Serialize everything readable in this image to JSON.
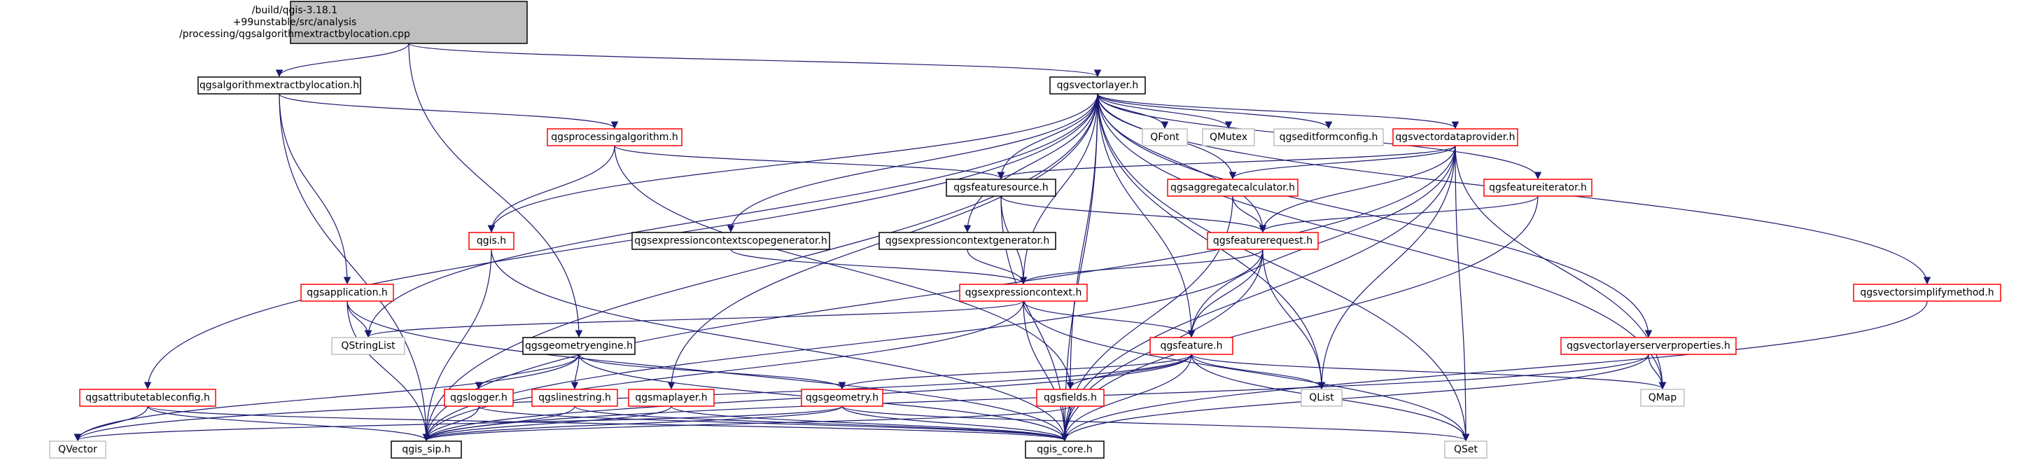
{
  "nodes": [
    {
      "id": "root",
      "lines": [
        "/build/qgis-3.18.1",
        "+99unstable/src/analysis",
        "/processing/qgsalgorithmextractbylocation.cpp"
      ],
      "style": "root"
    },
    {
      "id": "algo_h",
      "lines": [
        "qgsalgorithmextractbylocation.h"
      ],
      "style": "black"
    },
    {
      "id": "vectorlayer",
      "lines": [
        "qgsvectorlayer.h"
      ],
      "style": "black"
    },
    {
      "id": "processingalgorithm",
      "lines": [
        "qgsprocessingalgorithm.h"
      ],
      "style": "red"
    },
    {
      "id": "qfont",
      "lines": [
        "QFont"
      ],
      "style": "gray"
    },
    {
      "id": "qmutex",
      "lines": [
        "QMutex"
      ],
      "style": "gray"
    },
    {
      "id": "editformconfig",
      "lines": [
        "qgseditformconfig.h"
      ],
      "style": "gray"
    },
    {
      "id": "vectordataprovider",
      "lines": [
        "qgsvectordataprovider.h"
      ],
      "style": "red"
    },
    {
      "id": "featuresource",
      "lines": [
        "qgsfeaturesource.h"
      ],
      "style": "black"
    },
    {
      "id": "aggregatecalculator",
      "lines": [
        "qgsaggregatecalculator.h"
      ],
      "style": "red"
    },
    {
      "id": "featureiterator",
      "lines": [
        "qgsfeatureiterator.h"
      ],
      "style": "red"
    },
    {
      "id": "qgis_h",
      "lines": [
        "qgis.h"
      ],
      "style": "red"
    },
    {
      "id": "exprctxscopegen",
      "lines": [
        "qgsexpressioncontextscopegenerator.h"
      ],
      "style": "black"
    },
    {
      "id": "exprctxgen",
      "lines": [
        "qgsexpressioncontextgenerator.h"
      ],
      "style": "black"
    },
    {
      "id": "featurerequest",
      "lines": [
        "qgsfeaturerequest.h"
      ],
      "style": "red"
    },
    {
      "id": "application",
      "lines": [
        "qgsapplication.h"
      ],
      "style": "red"
    },
    {
      "id": "exprcontext",
      "lines": [
        "qgsexpressioncontext.h"
      ],
      "style": "red"
    },
    {
      "id": "vectorsimplify",
      "lines": [
        "qgsvectorsimplifymethod.h"
      ],
      "style": "red"
    },
    {
      "id": "qstringlist",
      "lines": [
        "QStringList"
      ],
      "style": "gray"
    },
    {
      "id": "geometryengine",
      "lines": [
        "qgsgeometryengine.h"
      ],
      "style": "black"
    },
    {
      "id": "feature",
      "lines": [
        "qgsfeature.h"
      ],
      "style": "red"
    },
    {
      "id": "vlserverprops",
      "lines": [
        "qgsvectorlayerserverproperties.h"
      ],
      "style": "red"
    },
    {
      "id": "attrtableconfig",
      "lines": [
        "qgsattributetableconfig.h"
      ],
      "style": "red"
    },
    {
      "id": "logger",
      "lines": [
        "qgslogger.h"
      ],
      "style": "red"
    },
    {
      "id": "linestring",
      "lines": [
        "qgslinestring.h"
      ],
      "style": "red"
    },
    {
      "id": "maplayer",
      "lines": [
        "qgsmaplayer.h"
      ],
      "style": "red"
    },
    {
      "id": "geometry",
      "lines": [
        "qgsgeometry.h"
      ],
      "style": "red"
    },
    {
      "id": "fields",
      "lines": [
        "qgsfields.h"
      ],
      "style": "red"
    },
    {
      "id": "qlist",
      "lines": [
        "QList"
      ],
      "style": "gray"
    },
    {
      "id": "qmap",
      "lines": [
        "QMap"
      ],
      "style": "gray"
    },
    {
      "id": "qvector",
      "lines": [
        "QVector"
      ],
      "style": "gray"
    },
    {
      "id": "qgis_sip",
      "lines": [
        "qgis_sip.h"
      ],
      "style": "black"
    },
    {
      "id": "qgis_core",
      "lines": [
        "qgis_core.h"
      ],
      "style": "black"
    },
    {
      "id": "qset",
      "lines": [
        "QSet"
      ],
      "style": "gray"
    }
  ],
  "edges": [
    [
      "root",
      "algo_h"
    ],
    [
      "root",
      "vectorlayer"
    ],
    [
      "root",
      "geometryengine"
    ],
    [
      "algo_h",
      "processingalgorithm"
    ],
    [
      "algo_h",
      "application"
    ],
    [
      "algo_h",
      "qgis_sip"
    ],
    [
      "vectorlayer",
      "qfont"
    ],
    [
      "vectorlayer",
      "qmutex"
    ],
    [
      "vectorlayer",
      "editformconfig"
    ],
    [
      "vectorlayer",
      "vectordataprovider"
    ],
    [
      "vectorlayer",
      "featuresource"
    ],
    [
      "vectorlayer",
      "aggregatecalculator"
    ],
    [
      "vectorlayer",
      "featureiterator"
    ],
    [
      "vectorlayer",
      "qgis_h"
    ],
    [
      "vectorlayer",
      "exprctxscopegen"
    ],
    [
      "vectorlayer",
      "exprctxgen"
    ],
    [
      "vectorlayer",
      "featurerequest"
    ],
    [
      "vectorlayer",
      "exprcontext"
    ],
    [
      "vectorlayer",
      "vectorsimplify"
    ],
    [
      "vectorlayer",
      "qstringlist"
    ],
    [
      "vectorlayer",
      "feature"
    ],
    [
      "vectorlayer",
      "vlserverprops"
    ],
    [
      "vectorlayer",
      "attrtableconfig"
    ],
    [
      "vectorlayer",
      "maplayer"
    ],
    [
      "vectorlayer",
      "fields"
    ],
    [
      "vectorlayer",
      "qlist"
    ],
    [
      "vectorlayer",
      "qmap"
    ],
    [
      "vectorlayer",
      "qgis_core"
    ],
    [
      "vectorlayer",
      "qset"
    ],
    [
      "vectorlayer",
      "qgis_sip"
    ],
    [
      "processingalgorithm",
      "featuresource"
    ],
    [
      "processingalgorithm",
      "qgis_h"
    ],
    [
      "processingalgorithm",
      "fields"
    ],
    [
      "vectordataprovider",
      "featuresource"
    ],
    [
      "vectordataprovider",
      "aggregatecalculator"
    ],
    [
      "vectordataprovider",
      "featurerequest"
    ],
    [
      "vectordataprovider",
      "feature"
    ],
    [
      "vectordataprovider",
      "qlist"
    ],
    [
      "vectordataprovider",
      "qmap"
    ],
    [
      "vectordataprovider",
      "qgis_core"
    ],
    [
      "vectordataprovider",
      "qset"
    ],
    [
      "vectordataprovider",
      "qgis_sip"
    ],
    [
      "featuresource",
      "featurerequest"
    ],
    [
      "featuresource",
      "qgis_core"
    ],
    [
      "featuresource",
      "exprcontext"
    ],
    [
      "aggregatecalculator",
      "featurerequest"
    ],
    [
      "aggregatecalculator",
      "qgis_core"
    ],
    [
      "featureiterator",
      "featurerequest"
    ],
    [
      "featureiterator",
      "qgis_core"
    ],
    [
      "qgis_h",
      "qgis_sip"
    ],
    [
      "qgis_h",
      "qgis_core"
    ],
    [
      "exprctxscopegen",
      "exprcontext"
    ],
    [
      "exprctxgen",
      "exprcontext"
    ],
    [
      "featurerequest",
      "exprcontext"
    ],
    [
      "featurerequest",
      "feature"
    ],
    [
      "featurerequest",
      "qlist"
    ],
    [
      "featurerequest",
      "qgis_core"
    ],
    [
      "featurerequest",
      "qgis_sip"
    ],
    [
      "application",
      "qstringlist"
    ],
    [
      "application",
      "qgis_sip"
    ],
    [
      "application",
      "qgis_core"
    ],
    [
      "exprcontext",
      "feature"
    ],
    [
      "exprcontext",
      "qstringlist"
    ],
    [
      "exprcontext",
      "qset"
    ],
    [
      "exprcontext",
      "qgis_core"
    ],
    [
      "exprcontext",
      "qgis_sip"
    ],
    [
      "vectorsimplify",
      "qgis_core"
    ],
    [
      "geometryengine",
      "logger"
    ],
    [
      "geometryengine",
      "linestring"
    ],
    [
      "geometryengine",
      "geometry"
    ],
    [
      "geometryengine",
      "qgis_core"
    ],
    [
      "geometryengine",
      "qvector"
    ],
    [
      "feature",
      "geometry"
    ],
    [
      "feature",
      "fields"
    ],
    [
      "feature",
      "qlist"
    ],
    [
      "feature",
      "qmap"
    ],
    [
      "feature",
      "qvector"
    ],
    [
      "feature",
      "qset"
    ],
    [
      "feature",
      "qgis_core"
    ],
    [
      "feature",
      "qgis_sip"
    ],
    [
      "vlserverprops",
      "qmap"
    ],
    [
      "vlserverprops",
      "qgis_core"
    ],
    [
      "vlserverprops",
      "qgis_sip"
    ],
    [
      "attrtableconfig",
      "qvector"
    ],
    [
      "attrtableconfig",
      "qgis_sip"
    ],
    [
      "attrtableconfig",
      "qgis_core"
    ],
    [
      "logger",
      "qgis_sip"
    ],
    [
      "logger",
      "qgis_core"
    ],
    [
      "linestring",
      "qgis_sip"
    ],
    [
      "linestring",
      "qgis_core"
    ],
    [
      "maplayer",
      "qgis_sip"
    ],
    [
      "maplayer",
      "qgis_core"
    ],
    [
      "geometry",
      "qgis_sip"
    ],
    [
      "geometry",
      "qgis_core"
    ],
    [
      "geometry",
      "qvector"
    ],
    [
      "geometry",
      "qset"
    ],
    [
      "fields",
      "qgis_sip"
    ],
    [
      "fields",
      "qgis_core"
    ]
  ],
  "colors": {
    "edge": "#191970",
    "root_fill": "#bfbfbf",
    "border_black": "#000000",
    "border_red": "#ff0000",
    "border_gray": "#bfbfbf",
    "text": "#000000"
  }
}
